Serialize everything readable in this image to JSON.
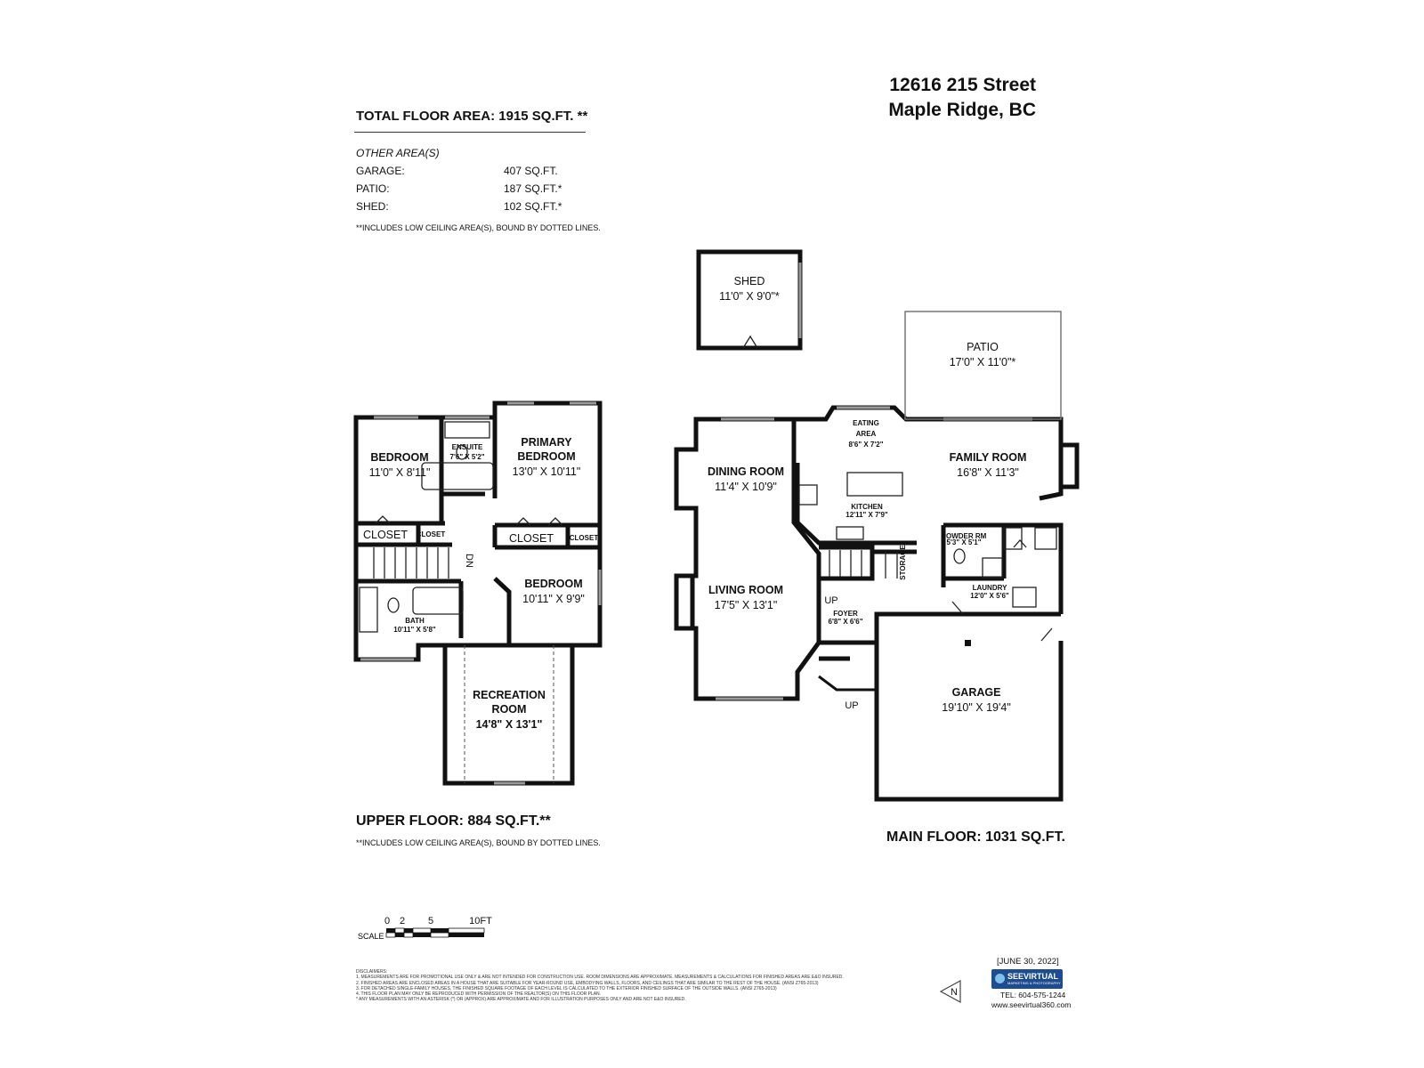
{
  "address": {
    "line1": "12616 215 Street",
    "line2": "Maple Ridge, BC"
  },
  "total_floor_area": "TOTAL FLOOR AREA:  1915 SQ.FT. **",
  "other_areas": {
    "title": "OTHER AREA(S)",
    "rows": [
      {
        "label": "GARAGE:",
        "value": "407 SQ.FT."
      },
      {
        "label": "PATIO:",
        "value": "187 SQ.FT.*"
      },
      {
        "label": "SHED:",
        "value": "102 SQ.FT.*"
      }
    ],
    "note": "**INCLUDES LOW CEILING AREA(S), BOUND BY DOTTED LINES."
  },
  "upper_floor": {
    "label": "UPPER FLOOR: 884 SQ.FT.**",
    "note": "**INCLUDES LOW CEILING AREA(S), BOUND BY DOTTED LINES.",
    "rooms": {
      "bedroom1": {
        "name": "BEDROOM",
        "dims": "11'0\" X 8'11\""
      },
      "ensuite": {
        "name": "ENSUITE",
        "dims": "7'6\" X 5'2\""
      },
      "primary": {
        "name1": "PRIMARY",
        "name2": "BEDROOM",
        "dims": "13'0\" X 10'11\""
      },
      "closet1": "CLOSET",
      "closet_small1": "CLOSET",
      "closet2": "CLOSET",
      "closet_small2": "CLOSET",
      "bedroom2": {
        "name": "BEDROOM",
        "dims": "10'11\" X 9'9\""
      },
      "bath": {
        "name": "BATH",
        "dims": "10'11\" X 5'8\""
      },
      "recreation": {
        "name1": "RECREATION",
        "name2": "ROOM",
        "dims": "14'8\" X 13'1\""
      },
      "stair_dn": "DN"
    }
  },
  "main_floor": {
    "label": "MAIN FLOOR: 1031 SQ.FT.",
    "rooms": {
      "shed": {
        "name": "SHED",
        "dims": "11'0\" X 9'0\"*"
      },
      "patio": {
        "name": "PATIO",
        "dims": "17'0\" X 11'0\"*"
      },
      "eating": {
        "name1": "EATING",
        "name2": "AREA",
        "dims": "8'6\" X 7'2\""
      },
      "family": {
        "name": "FAMILY ROOM",
        "dims": "16'8\" X 11'3\""
      },
      "dining": {
        "name": "DINING ROOM",
        "dims": "11'4\" X 10'9\""
      },
      "kitchen": {
        "name": "KITCHEN",
        "dims": "12'11\" X 7'9\""
      },
      "living": {
        "name": "LIVING ROOM",
        "dims": "17'5\" X 13'1\""
      },
      "powder": {
        "name": "POWDER RM",
        "dims": "5'3\" X 5'1\""
      },
      "laundry": {
        "name": "LAUNDRY",
        "dims": "12'0\" X 5'6\""
      },
      "foyer": {
        "name": "FOYER",
        "dims": "6'8\" X 6'6\""
      },
      "storage": "STORAGE",
      "garage": {
        "name": "GARAGE",
        "dims": "19'10\" X 19'4\""
      },
      "stair_up1": "UP",
      "stair_up2": "UP"
    }
  },
  "scale": {
    "label": "SCALE",
    "ticks": [
      "0",
      "2",
      "5",
      "10FT"
    ]
  },
  "disclaimers": [
    "DISCLAIMERS:",
    "1. MEASUREMENTS ARE FOR PROMOTIONAL USE ONLY & ARE NOT INTENDED FOR CONSTRUCTION USE. ROOM DIMENSIONS ARE APPROXIMATE. MEASUREMENTS & CALCULATIONS FOR FINISHED AREAS ARE E&O INSURED.",
    "2. FINISHED AREAS ARE ENCLOSED AREAS IN A HOUSE THAT ARE SUITABLE FOR YEAR-ROUND USE, EMBODYING WALLS, FLOORS, AND CEILINGS THAT ARE SIMILAR TO THE REST OF THE HOUSE. (ANSI Z765-2013)",
    "3. FOR DETACHED SINGLE-FAMILY HOUSES, THE FINISHED SQUARE FOOTAGE OF EACH LEVEL IS CALCULATED TO THE EXTERIOR FINISHED SURFACE OF THE OUTSIDE WALLS. (ANSI Z765-2013)",
    "4. THIS FLOOR PLAN MAY ONLY BE REPRODUCED WITH PERMISSION OF THE REALTOR(S) ON THIS FLOOR PLAN.",
    "* ANY MEASUREMENTS WITH AN ASTERISK (*) OR (APPROX) ARE APPROXIMATE AND FOR ILLUSTRATION PURPOSES ONLY AND ARE NOT E&O INSURED."
  ],
  "date": "[JUNE 30, 2022]",
  "logo": {
    "name": "SEEVIRTUAL",
    "sub": "MARKETING & PHOTOGRAPHY"
  },
  "tel": "TEL: 604-575-1244",
  "website": "www.seevirtual360.com",
  "compass_letter": "N",
  "colors": {
    "wall": "#111111",
    "window": "#9a9a9a",
    "logo": "#1d4c8f"
  }
}
